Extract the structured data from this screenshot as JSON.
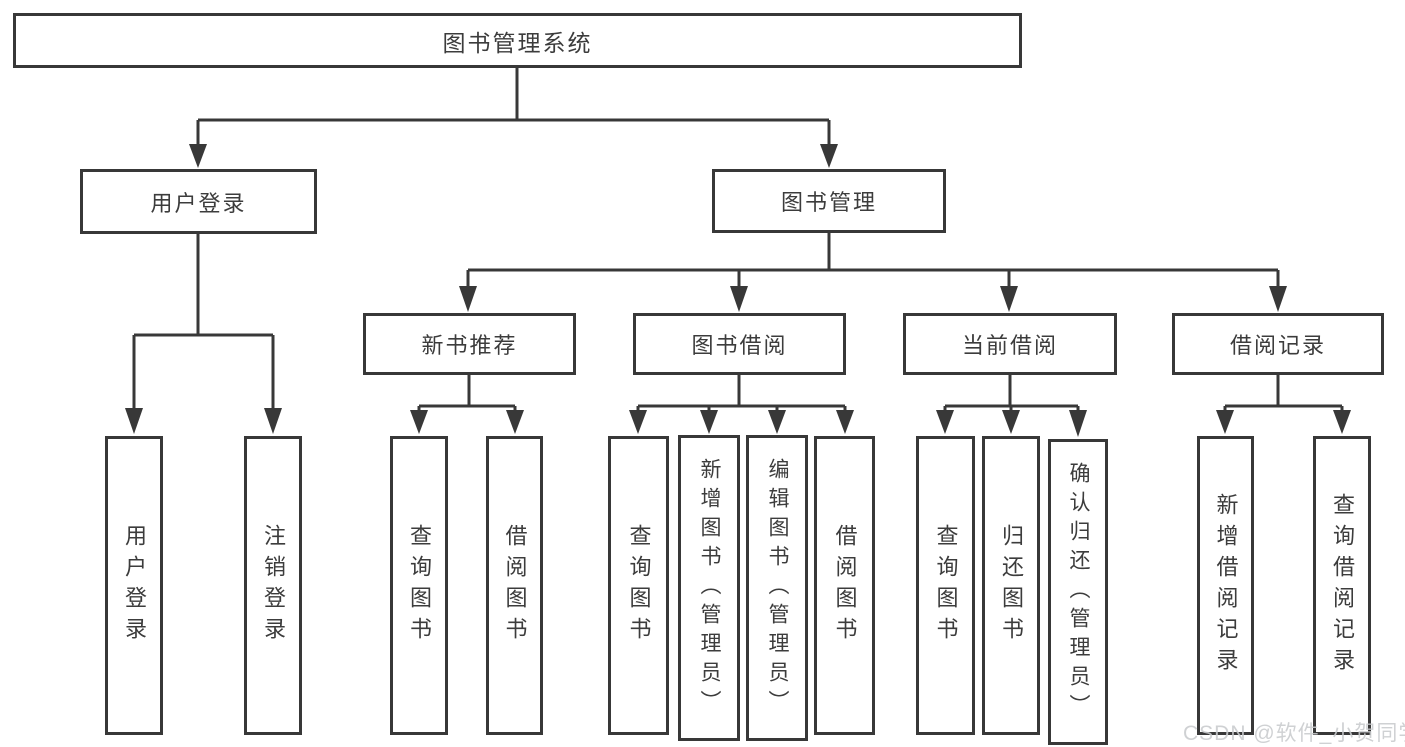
{
  "diagram": {
    "root": {
      "label": "图书管理系统"
    },
    "branches": [
      {
        "label": "用户登录",
        "children": [
          {
            "label": "用户登录"
          },
          {
            "label": "注销登录"
          }
        ]
      },
      {
        "label": "图书管理",
        "children": [
          {
            "label": "新书推荐",
            "children": [
              {
                "label": "查询图书"
              },
              {
                "label": "借阅图书"
              }
            ]
          },
          {
            "label": "图书借阅",
            "children": [
              {
                "label": "查询图书"
              },
              {
                "label": "新增图书（管理员）"
              },
              {
                "label": "编辑图书（管理员）"
              },
              {
                "label": "借阅图书"
              }
            ]
          },
          {
            "label": "当前借阅",
            "children": [
              {
                "label": "查询图书"
              },
              {
                "label": "归还图书"
              },
              {
                "label": "确认归还（管理员）"
              }
            ]
          },
          {
            "label": "借阅记录",
            "children": [
              {
                "label": "新增借阅记录"
              },
              {
                "label": "查询借阅记录"
              }
            ]
          }
        ]
      }
    ],
    "watermark": "CSDN @软件_小贺同学",
    "colors": {
      "line": "#383838",
      "text": "#3c3c3c",
      "box_fill": "#ffffff",
      "watermark": "#c9cbce"
    }
  }
}
